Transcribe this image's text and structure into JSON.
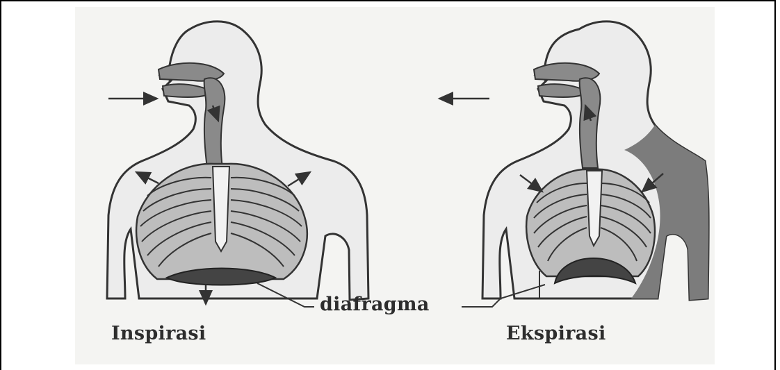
{
  "labels": {
    "inspirasi": "Inspirasi",
    "ekspirasi": "Ekspirasi",
    "diafragma": "diafragma"
  },
  "colors": {
    "outline": "#333333",
    "body_fill": "#ececec",
    "airway_fill": "#8a8a8a",
    "rib_fill": "#bdbdbd",
    "diaphragm_fill": "#444444",
    "shadow_fill": "#7c7c7c",
    "background": "#f4f4f2"
  }
}
